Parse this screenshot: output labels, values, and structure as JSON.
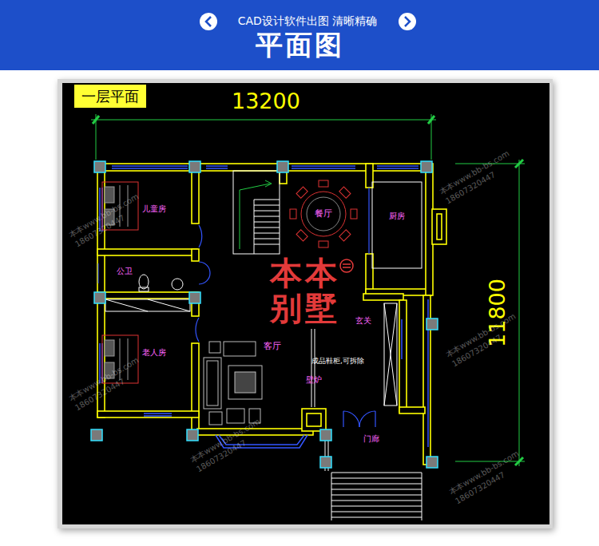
{
  "diagram": {
    "title": "平面图",
    "nodes": [
      {
        "text": [
          "一层平面"
        ]
      }
    ],
    "labels": [
      "CAD设计软件出图 清晰精确",
      "13200",
      "11800",
      "儿童房",
      "餐厅",
      "厨房",
      "公卫",
      "老人房",
      "客厅",
      "壁炉",
      "成品鞋柜,可拆除",
      "玄关",
      "门廊",
      "本本",
      "别墅",
      "本本www.bb-bs.com",
      "18607320447",
      "本本www.bb-bs.com",
      "18607320447",
      "本本www.bb-bs.com",
      "18607320447",
      "本本www.bb-bs.com",
      "18607320447",
      "本本www.bb-bs.com",
      "18607320447",
      "本本www.bb-bs.com",
      "18607320447"
    ]
  }
}
